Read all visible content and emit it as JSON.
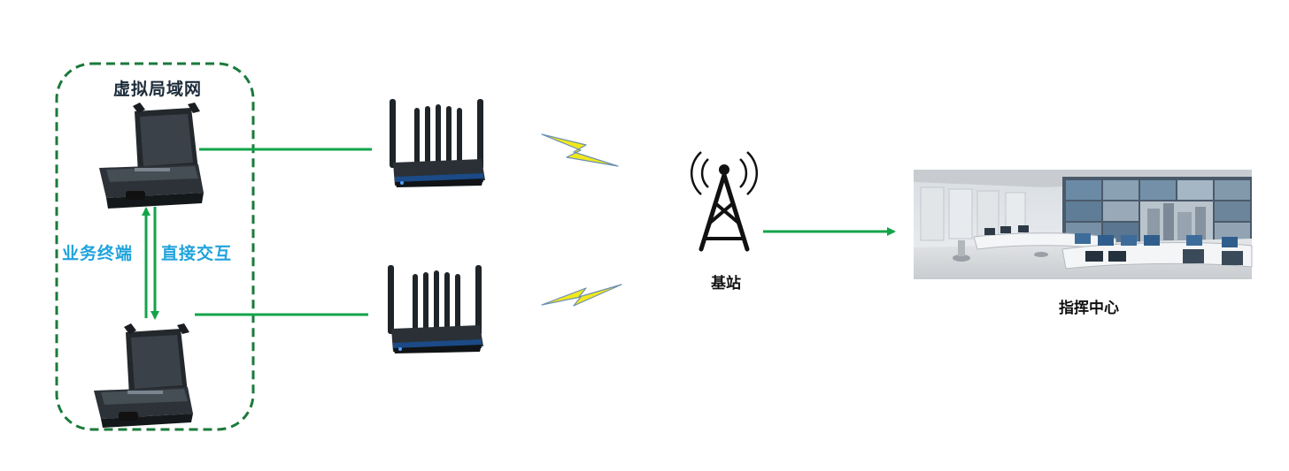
{
  "lan": {
    "title": "虚拟局域网"
  },
  "interaction": {
    "left_text": "业务终端",
    "right_text": "直接交互"
  },
  "base_station": {
    "label": "基站"
  },
  "command_center": {
    "label": "指挥中心"
  },
  "colors": {
    "link_green": "#12a44a",
    "lan_border": "#1a7a3a",
    "label_blue": "#1fa3dc",
    "bolt_yellow": "#f2e81c",
    "device_dark": "#1e2328"
  },
  "icons": {
    "terminal": "rugged-case-terminal-icon",
    "router": "multi-antenna-router-icon",
    "wireless": "lightning-bolt-icon",
    "tower": "cell-tower-icon",
    "center": "command-center-photo"
  }
}
